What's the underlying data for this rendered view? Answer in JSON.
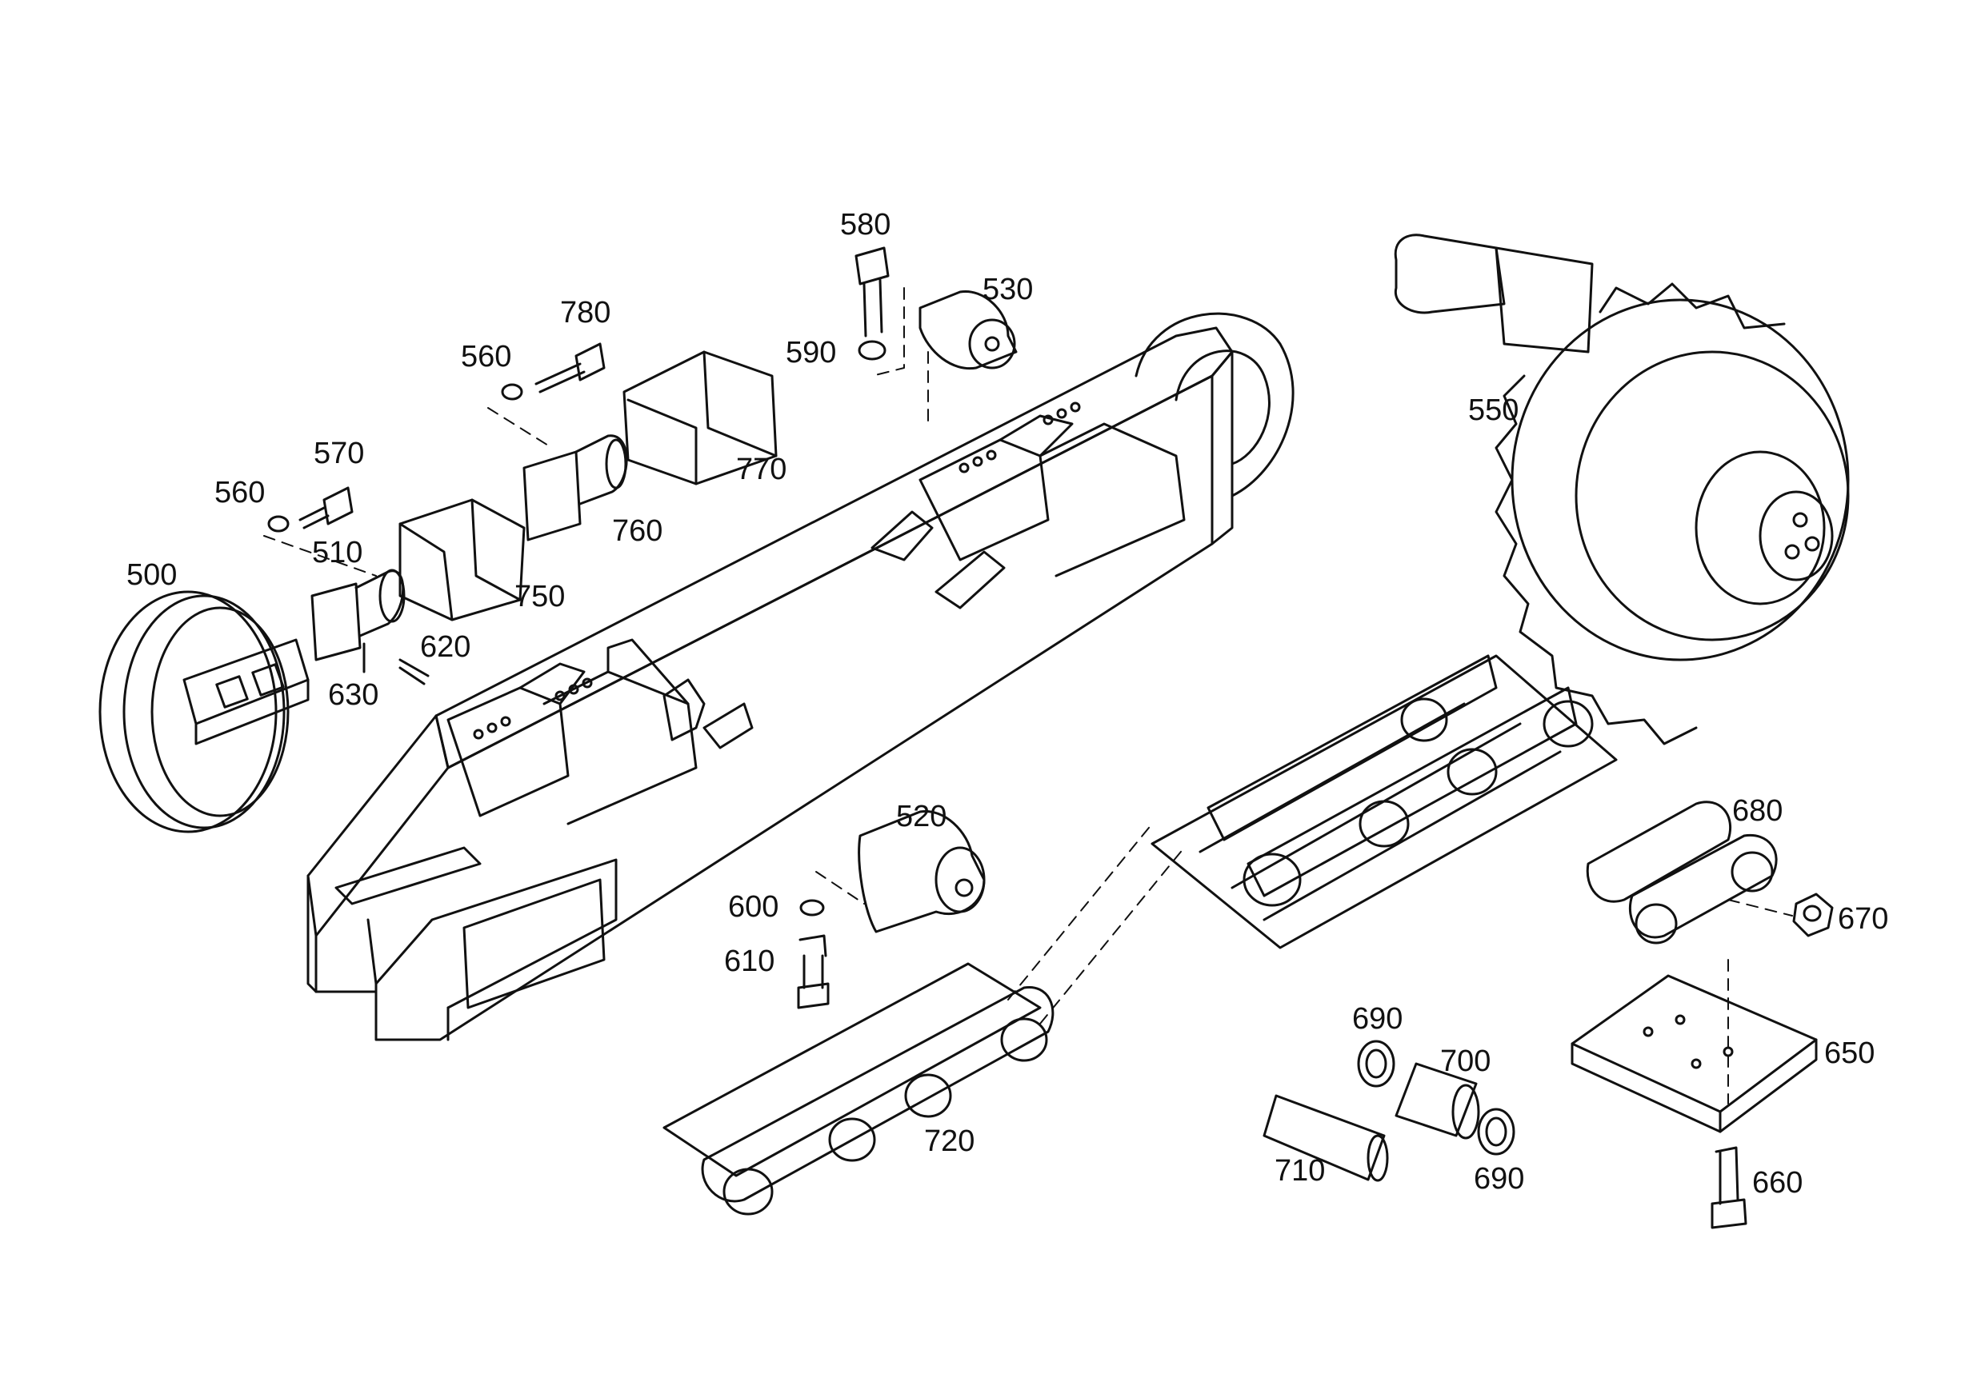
{
  "diagram": {
    "labels": {
      "p500": "500",
      "p510": "510",
      "p520": "520",
      "p530": "530",
      "p550": "550",
      "p560a": "560",
      "p560b": "560",
      "p570": "570",
      "p580": "580",
      "p590": "590",
      "p600": "600",
      "p610": "610",
      "p620": "620",
      "p630": "630",
      "p650": "650",
      "p660": "660",
      "p670": "670",
      "p680": "680",
      "p690a": "690",
      "p690b": "690",
      "p700": "700",
      "p710": "710",
      "p720": "720",
      "p750": "750",
      "p760": "760",
      "p770": "770",
      "p780": "780"
    },
    "colors": {
      "ink": "#111111",
      "paper": "#ffffff"
    }
  }
}
